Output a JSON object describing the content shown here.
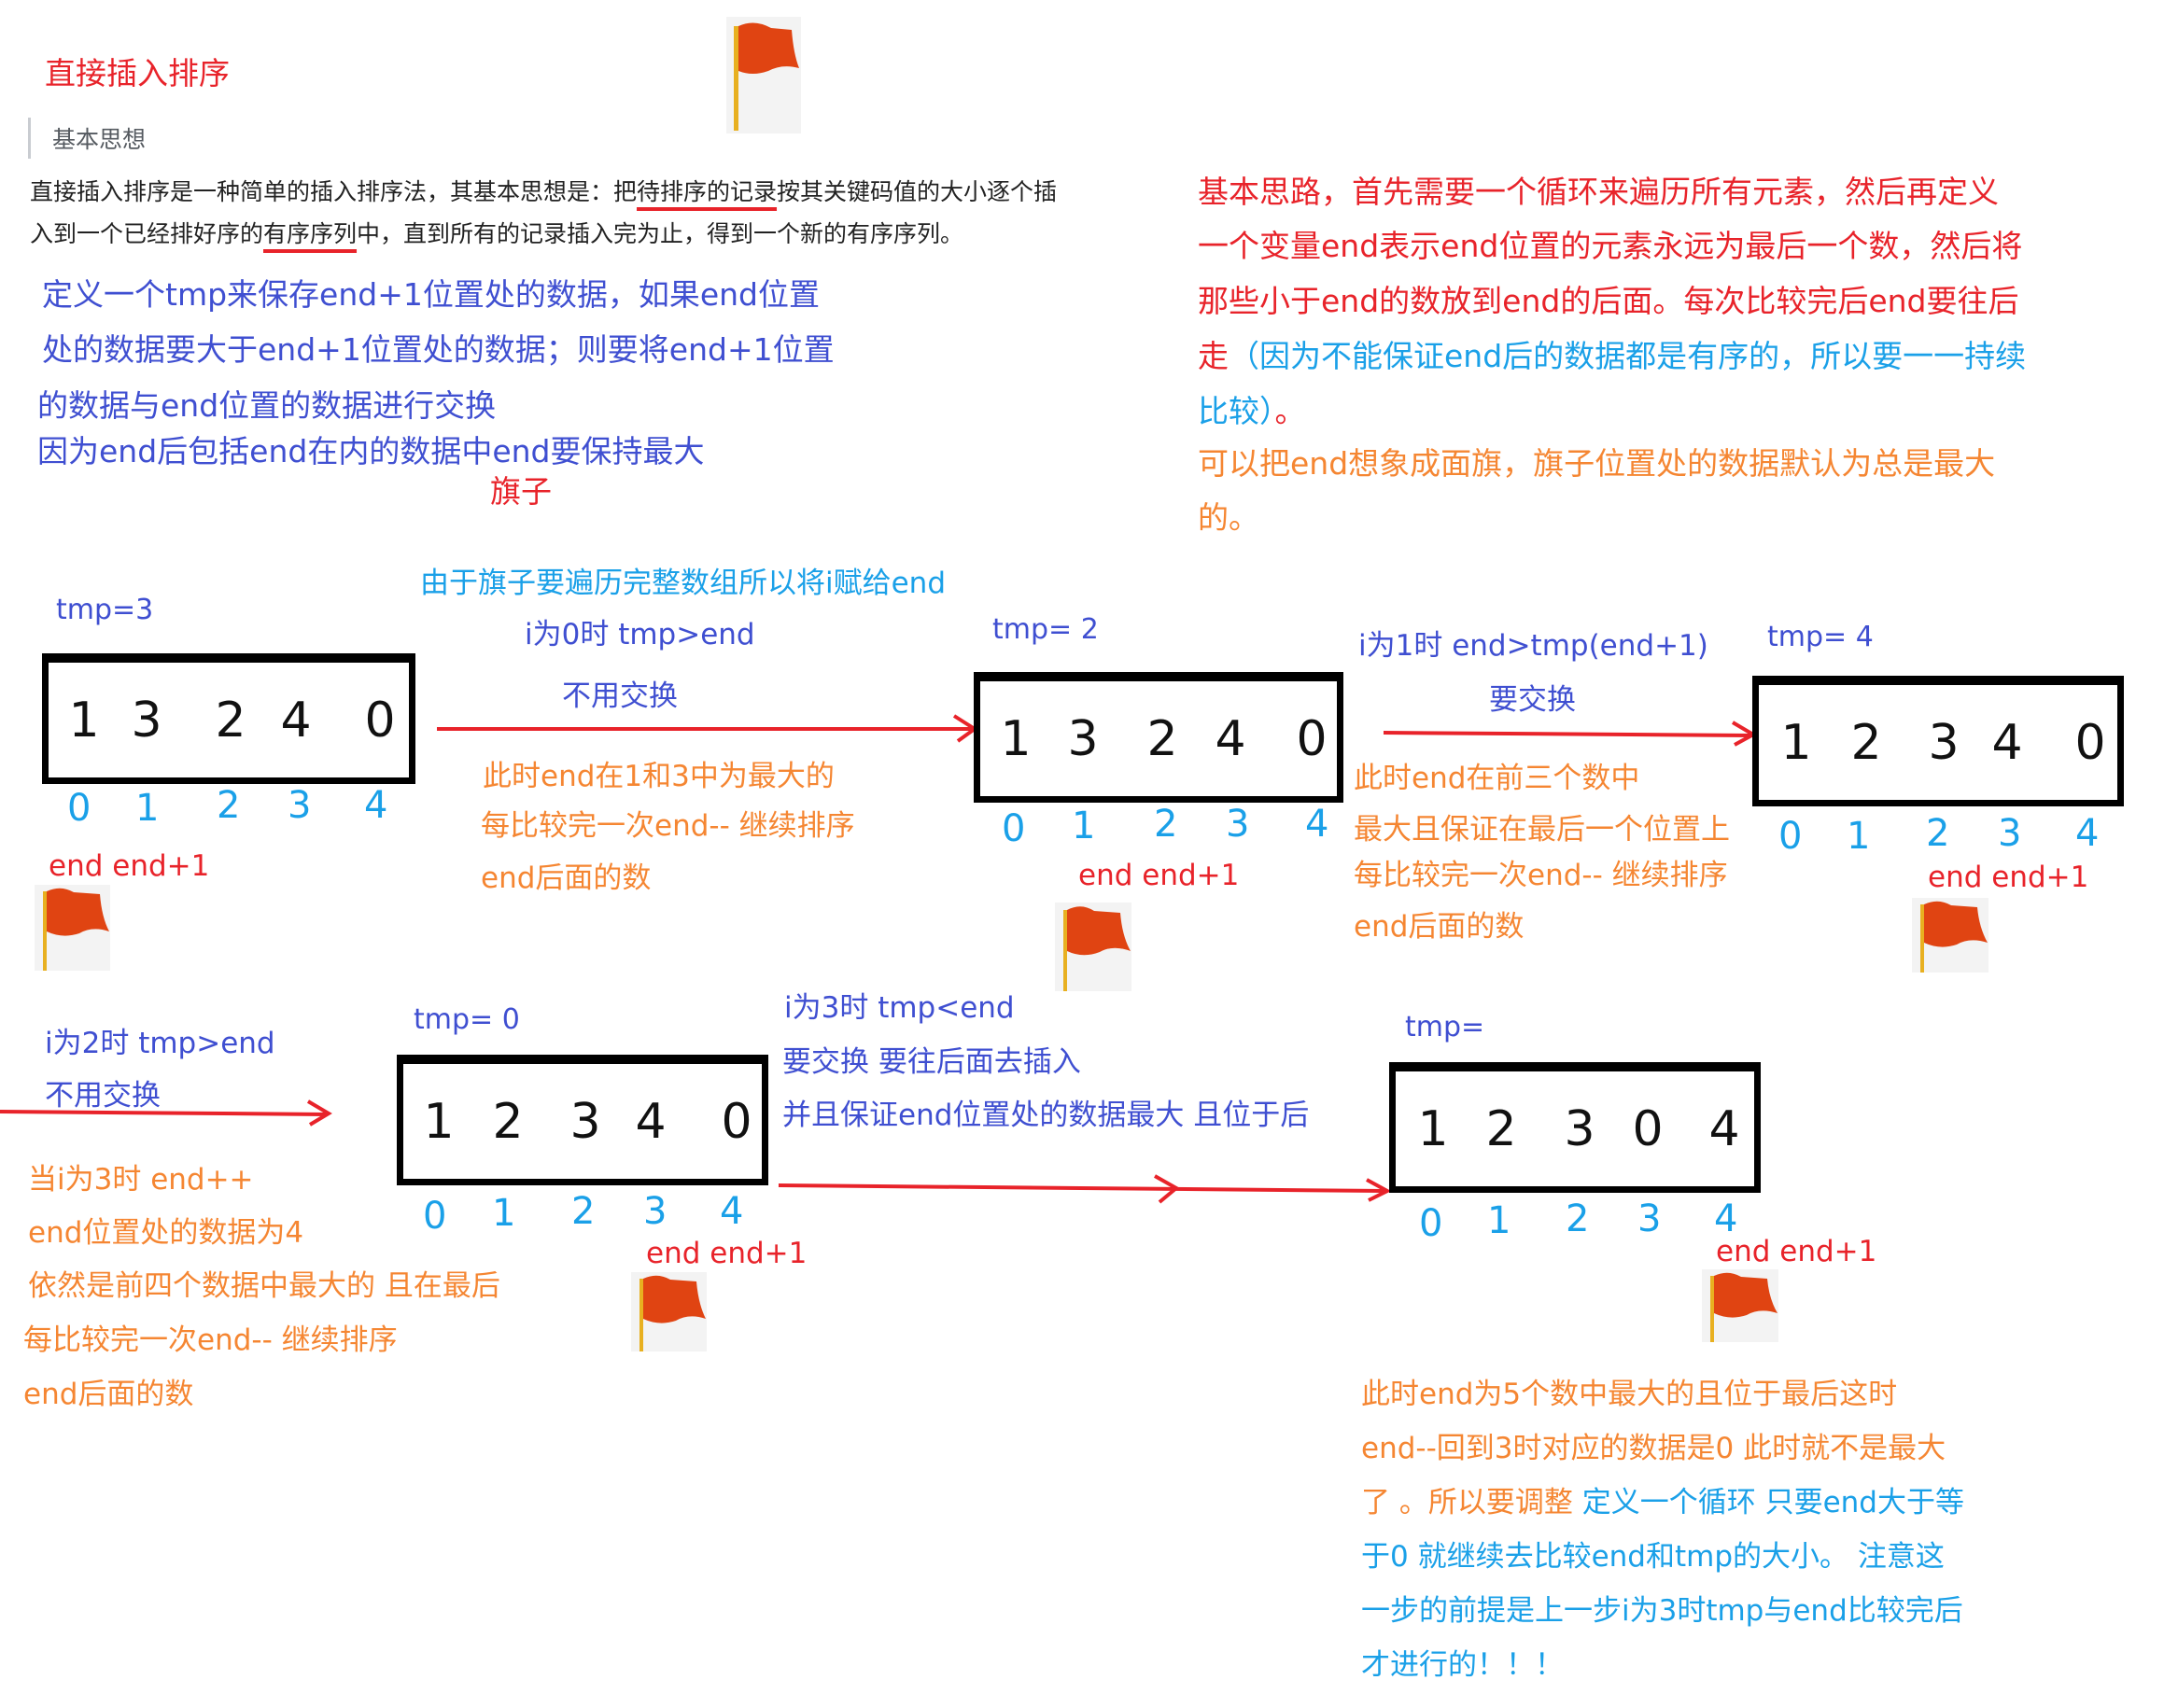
{
  "header": {
    "title": "直接插入排序",
    "subheading": "基本思想",
    "paragraph": {
      "line1_pre": "直接插入排序是一种简单的插入排序法，其基本思想是：把",
      "line1_ul": "待排序的记录",
      "line1_post": "按其关键码值的大小逐个插",
      "line2_pre": "入到一个已经排好序的",
      "line2_ul": "有序序列",
      "line2_post": "中，直到所有的记录插入完为止，得到一个新的有序序列。"
    }
  },
  "left_notes": {
    "lines": [
      "定义一个tmp来保存end+1位置处的数据，如果end位置",
      "处的数据要大于end+1位置处的数据；则要将end+1位置",
      "的数据与end位置的数据进行交换",
      "因为end后包括end在内的数据中end要保持最大"
    ],
    "flag_label": "旗子"
  },
  "right_notes": {
    "red_lines": [
      "基本思路，首先需要一个循环来遍历所有元素，然后再定义",
      "一个变量end表示end位置的元素永远为最后一个数，然后将",
      "那些小于end的数放到end的后面。每次比较完后end要往后"
    ],
    "mixed_line_red": "走",
    "mixed_line_blue": "（因为不能保证end后的数据都是有序的，所以要一一持续",
    "blue_line2": "比较）",
    "period": "。",
    "orange_lines": [
      "可以把end想象成面旗，旗子位置处的数据默认为总是最大",
      "的。"
    ]
  },
  "steps": [
    {
      "tmp": "tmp=3",
      "values": [
        "1",
        "3",
        "2",
        "4",
        "0"
      ],
      "indices": [
        "0",
        "1",
        "2",
        "3",
        "4"
      ],
      "end_label": "end end+1"
    },
    {
      "tmp": "tmp= 2",
      "values": [
        "1",
        "3",
        "2",
        "4",
        "0"
      ],
      "indices": [
        "0",
        "1",
        "2",
        "3",
        "4"
      ],
      "end_label": "end end+1"
    },
    {
      "tmp": "tmp= 4",
      "values": [
        "1",
        "2",
        "3",
        "4",
        "0"
      ],
      "indices": [
        "0",
        "1",
        "2",
        "3",
        "4"
      ],
      "end_label": "end end+1"
    },
    {
      "tmp": "tmp= 0",
      "values": [
        "1",
        "2",
        "3",
        "4",
        "0"
      ],
      "indices": [
        "0",
        "1",
        "2",
        "3",
        "4"
      ],
      "end_label": "end end+1"
    },
    {
      "tmp": "tmp=",
      "values": [
        "1",
        "2",
        "3",
        "0",
        "4"
      ],
      "indices": [
        "0",
        "1",
        "2",
        "3",
        "4"
      ],
      "end_label": "end end+1"
    }
  ],
  "transitions": {
    "t1": {
      "top": "由于旗子要遍历完整数组所以将i赋给end",
      "cond": "i为0时  tmp>end",
      "action": "不用交换",
      "notes": [
        "此时end在1和3中为最大的",
        "每比较完一次end-- 继续排序",
        "end后面的数"
      ]
    },
    "t2": {
      "cond": "i为1时 end>tmp(end+1)",
      "action": "要交换",
      "notes": [
        "此时end在前三个数中",
        "最大且保证在最后一个位置上",
        "每比较完一次end-- 继续排序",
        "end后面的数"
      ]
    },
    "t3": {
      "cond": "i为2时 tmp>end",
      "action": "不用交换",
      "notes": [
        "当i为3时 end++",
        "end位置处的数据为4",
        "依然是前四个数据中最大的 且在最后",
        "每比较完一次end-- 继续排序",
        "end后面的数"
      ]
    },
    "t4": {
      "cond": "i为3时 tmp<end",
      "action": "要交换 要往后面去插入",
      "detail": "并且保证end位置处的数据最大 且位于后"
    }
  },
  "final_note": {
    "orange_lines": [
      "此时end为5个数中最大的且位于最后这时",
      "end--回到3时对应的数据是0 此时就不是最大"
    ],
    "line3_orange": "了 。所以要调整 ",
    "line3_blue": "定义一个循环 只要end大于等",
    "blue_lines": [
      "于0 就继续去比较end和tmp的大小。 注意这",
      "一步的前提是上一步i为3时tmp与end比较完后",
      "才进行的！！！"
    ]
  },
  "icons": {
    "flag": "red-flag-icon",
    "arrow": "right-arrow-icon"
  },
  "colors": {
    "red": "#e8232a",
    "blue": "#3f4fd1",
    "light_blue": "#1aa0e8",
    "orange": "#f58632",
    "flag_red": "#e04412",
    "flag_pole": "#e8b020"
  }
}
